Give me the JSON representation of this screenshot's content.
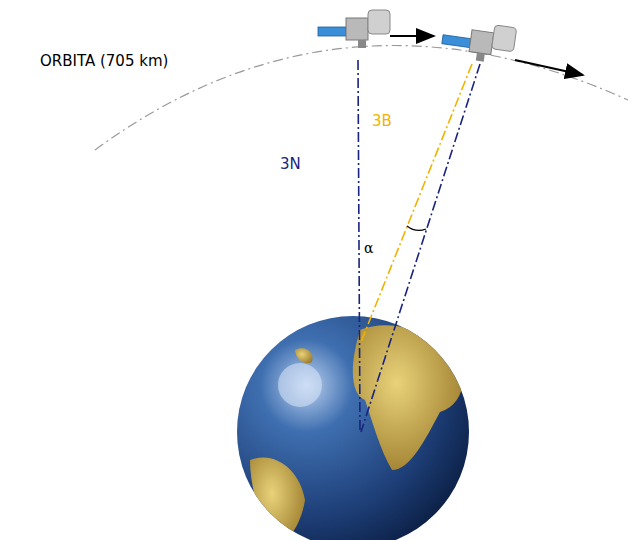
{
  "diagram": {
    "labels": [
      "ORBITA (705 km)",
      "3B",
      "3N",
      "α"
    ]
  }
}
